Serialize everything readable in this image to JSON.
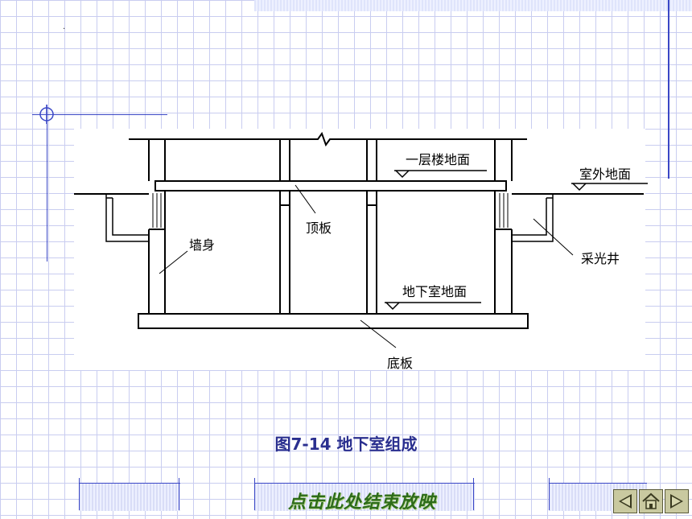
{
  "diagram": {
    "labels": {
      "first_floor": "一层楼地面",
      "outdoor_ground": "室外地面",
      "roof_slab": "顶板",
      "wall": "墙身",
      "light_well": "采光井",
      "basement_floor": "地下室地面",
      "bottom_slab": "底板"
    }
  },
  "caption": "图7-14  地下室组成",
  "footer": {
    "end_show": "点击此处结束放映"
  },
  "nav": {
    "icons": [
      "prev-arrow-icon",
      "home-icon",
      "next-arrow-icon"
    ]
  },
  "colors": {
    "grid": "#c9cdf0",
    "accent": "#3a47c6",
    "caption": "#2a2f8f",
    "end_show": "#2d6b1a"
  }
}
